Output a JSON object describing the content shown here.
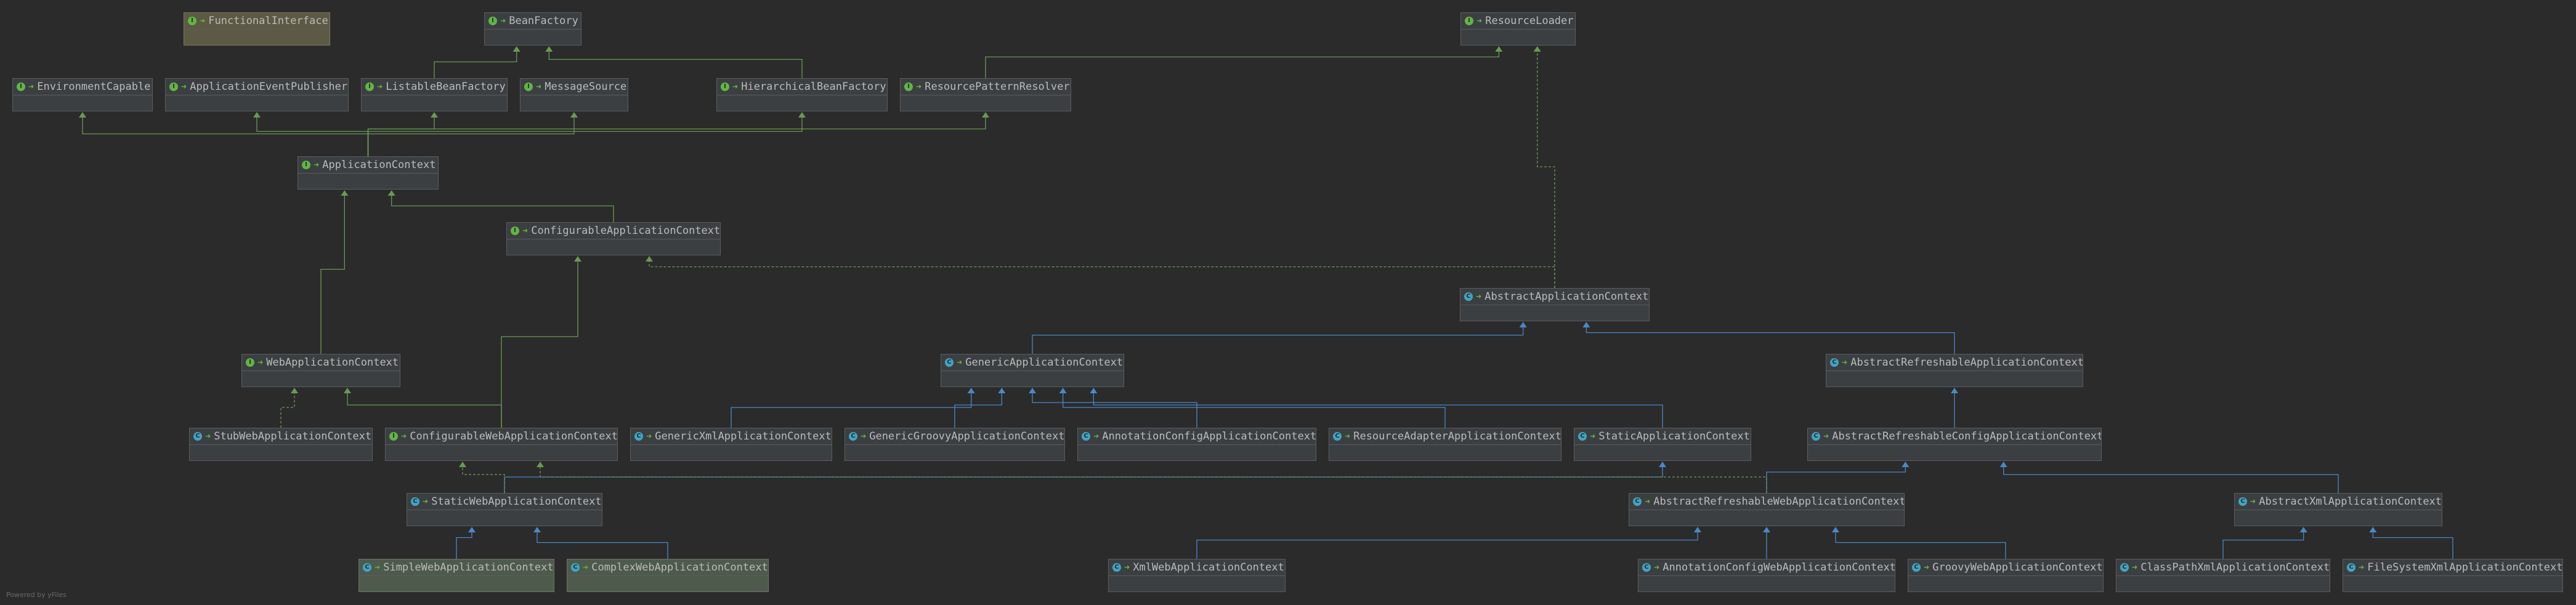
{
  "colors": {
    "extends_interface": "#6a9955",
    "extends_class": "#4a88c7",
    "implements": "#6a9955"
  },
  "icons": {
    "interface": "interface-icon",
    "class": "class-icon",
    "public": "public-visibility-icon"
  },
  "nodes": {
    "functional_interface": {
      "label": "FunctionalInterface",
      "kind": "interface"
    },
    "bean_factory": {
      "label": "BeanFactory",
      "kind": "interface"
    },
    "resource_loader": {
      "label": "ResourceLoader",
      "kind": "interface"
    },
    "environment_capable": {
      "label": "EnvironmentCapable",
      "kind": "interface"
    },
    "application_event_publisher": {
      "label": "ApplicationEventPublisher",
      "kind": "interface"
    },
    "listable_bean_factory": {
      "label": "ListableBeanFactory",
      "kind": "interface"
    },
    "message_source": {
      "label": "MessageSource",
      "kind": "interface"
    },
    "hierarchical_bean_factory": {
      "label": "HierarchicalBeanFactory",
      "kind": "interface"
    },
    "resource_pattern_resolver": {
      "label": "ResourcePatternResolver",
      "kind": "interface"
    },
    "application_context": {
      "label": "ApplicationContext",
      "kind": "interface"
    },
    "configurable_application_context": {
      "label": "ConfigurableApplicationContext",
      "kind": "interface"
    },
    "abstract_application_context": {
      "label": "AbstractApplicationContext",
      "kind": "class"
    },
    "web_application_context": {
      "label": "WebApplicationContext",
      "kind": "interface"
    },
    "generic_application_context": {
      "label": "GenericApplicationContext",
      "kind": "class"
    },
    "abstract_refreshable_application_context": {
      "label": "AbstractRefreshableApplicationContext",
      "kind": "class"
    },
    "stub_web_application_context": {
      "label": "StubWebApplicationContext",
      "kind": "class"
    },
    "configurable_web_application_context": {
      "label": "ConfigurableWebApplicationContext",
      "kind": "interface"
    },
    "generic_xml_application_context": {
      "label": "GenericXmlApplicationContext",
      "kind": "class"
    },
    "generic_groovy_application_context": {
      "label": "GenericGroovyApplicationContext",
      "kind": "class"
    },
    "annotation_config_application_context": {
      "label": "AnnotationConfigApplicationContext",
      "kind": "class"
    },
    "resource_adapter_application_context": {
      "label": "ResourceAdapterApplicationContext",
      "kind": "class"
    },
    "static_application_context": {
      "label": "StaticApplicationContext",
      "kind": "class"
    },
    "abstract_refreshable_config_application_context": {
      "label": "AbstractRefreshableConfigApplicationContext",
      "kind": "class"
    },
    "static_web_application_context": {
      "label": "StaticWebApplicationContext",
      "kind": "class"
    },
    "abstract_refreshable_web_application_context": {
      "label": "AbstractRefreshableWebApplicationContext",
      "kind": "class"
    },
    "abstract_xml_application_context": {
      "label": "AbstractXmlApplicationContext",
      "kind": "class"
    },
    "simple_web_application_context": {
      "label": "SimpleWebApplicationContext",
      "kind": "class"
    },
    "complex_web_application_context": {
      "label": "ComplexWebApplicationContext",
      "kind": "class"
    },
    "xml_web_application_context": {
      "label": "XmlWebApplicationContext",
      "kind": "class"
    },
    "annotation_config_web_application_context": {
      "label": "AnnotationConfigWebApplicationContext",
      "kind": "class"
    },
    "groovy_web_application_context": {
      "label": "GroovyWebApplicationContext",
      "kind": "class"
    },
    "class_path_xml_application_context": {
      "label": "ClassPathXmlApplicationContext",
      "kind": "class"
    },
    "file_system_xml_application_context": {
      "label": "FileSystemXmlApplicationContext",
      "kind": "class"
    }
  },
  "edges": [
    {
      "from": "listable_bean_factory",
      "to": "bean_factory",
      "type": "extends_interface"
    },
    {
      "from": "hierarchical_bean_factory",
      "to": "bean_factory",
      "type": "extends_interface"
    },
    {
      "from": "resource_pattern_resolver",
      "to": "resource_loader",
      "type": "extends_interface"
    },
    {
      "from": "application_context",
      "to": "environment_capable",
      "type": "extends_interface"
    },
    {
      "from": "application_context",
      "to": "application_event_publisher",
      "type": "extends_interface"
    },
    {
      "from": "application_context",
      "to": "listable_bean_factory",
      "type": "extends_interface"
    },
    {
      "from": "application_context",
      "to": "message_source",
      "type": "extends_interface"
    },
    {
      "from": "application_context",
      "to": "hierarchical_bean_factory",
      "type": "extends_interface"
    },
    {
      "from": "application_context",
      "to": "resource_pattern_resolver",
      "type": "extends_interface"
    },
    {
      "from": "configurable_application_context",
      "to": "application_context",
      "type": "extends_interface"
    },
    {
      "from": "web_application_context",
      "to": "application_context",
      "type": "extends_interface"
    },
    {
      "from": "abstract_application_context",
      "to": "configurable_application_context",
      "type": "implements"
    },
    {
      "from": "abstract_application_context",
      "to": "resource_loader",
      "type": "implements"
    },
    {
      "from": "generic_application_context",
      "to": "abstract_application_context",
      "type": "extends_class"
    },
    {
      "from": "abstract_refreshable_application_context",
      "to": "abstract_application_context",
      "type": "extends_class"
    },
    {
      "from": "stub_web_application_context",
      "to": "web_application_context",
      "type": "implements"
    },
    {
      "from": "configurable_web_application_context",
      "to": "web_application_context",
      "type": "extends_interface"
    },
    {
      "from": "configurable_web_application_context",
      "to": "configurable_application_context",
      "type": "extends_interface"
    },
    {
      "from": "generic_xml_application_context",
      "to": "generic_application_context",
      "type": "extends_class"
    },
    {
      "from": "generic_groovy_application_context",
      "to": "generic_application_context",
      "type": "extends_class"
    },
    {
      "from": "annotation_config_application_context",
      "to": "generic_application_context",
      "type": "extends_class"
    },
    {
      "from": "resource_adapter_application_context",
      "to": "generic_application_context",
      "type": "extends_class"
    },
    {
      "from": "static_application_context",
      "to": "generic_application_context",
      "type": "extends_class"
    },
    {
      "from": "abstract_refreshable_config_application_context",
      "to": "abstract_refreshable_application_context",
      "type": "extends_class"
    },
    {
      "from": "static_web_application_context",
      "to": "static_application_context",
      "type": "extends_class"
    },
    {
      "from": "static_web_application_context",
      "to": "configurable_web_application_context",
      "type": "implements"
    },
    {
      "from": "abstract_refreshable_web_application_context",
      "to": "abstract_refreshable_config_application_context",
      "type": "extends_class"
    },
    {
      "from": "abstract_refreshable_web_application_context",
      "to": "configurable_web_application_context",
      "type": "implements"
    },
    {
      "from": "abstract_xml_application_context",
      "to": "abstract_refreshable_config_application_context",
      "type": "extends_class"
    },
    {
      "from": "simple_web_application_context",
      "to": "static_web_application_context",
      "type": "extends_class"
    },
    {
      "from": "complex_web_application_context",
      "to": "static_web_application_context",
      "type": "extends_class"
    },
    {
      "from": "xml_web_application_context",
      "to": "abstract_refreshable_web_application_context",
      "type": "extends_class"
    },
    {
      "from": "annotation_config_web_application_context",
      "to": "abstract_refreshable_web_application_context",
      "type": "extends_class"
    },
    {
      "from": "groovy_web_application_context",
      "to": "abstract_refreshable_web_application_context",
      "type": "extends_class"
    },
    {
      "from": "class_path_xml_application_context",
      "to": "abstract_xml_application_context",
      "type": "extends_class"
    },
    {
      "from": "file_system_xml_application_context",
      "to": "abstract_xml_application_context",
      "type": "extends_class"
    }
  ],
  "footer": {
    "text": "Powered by yFiles"
  }
}
